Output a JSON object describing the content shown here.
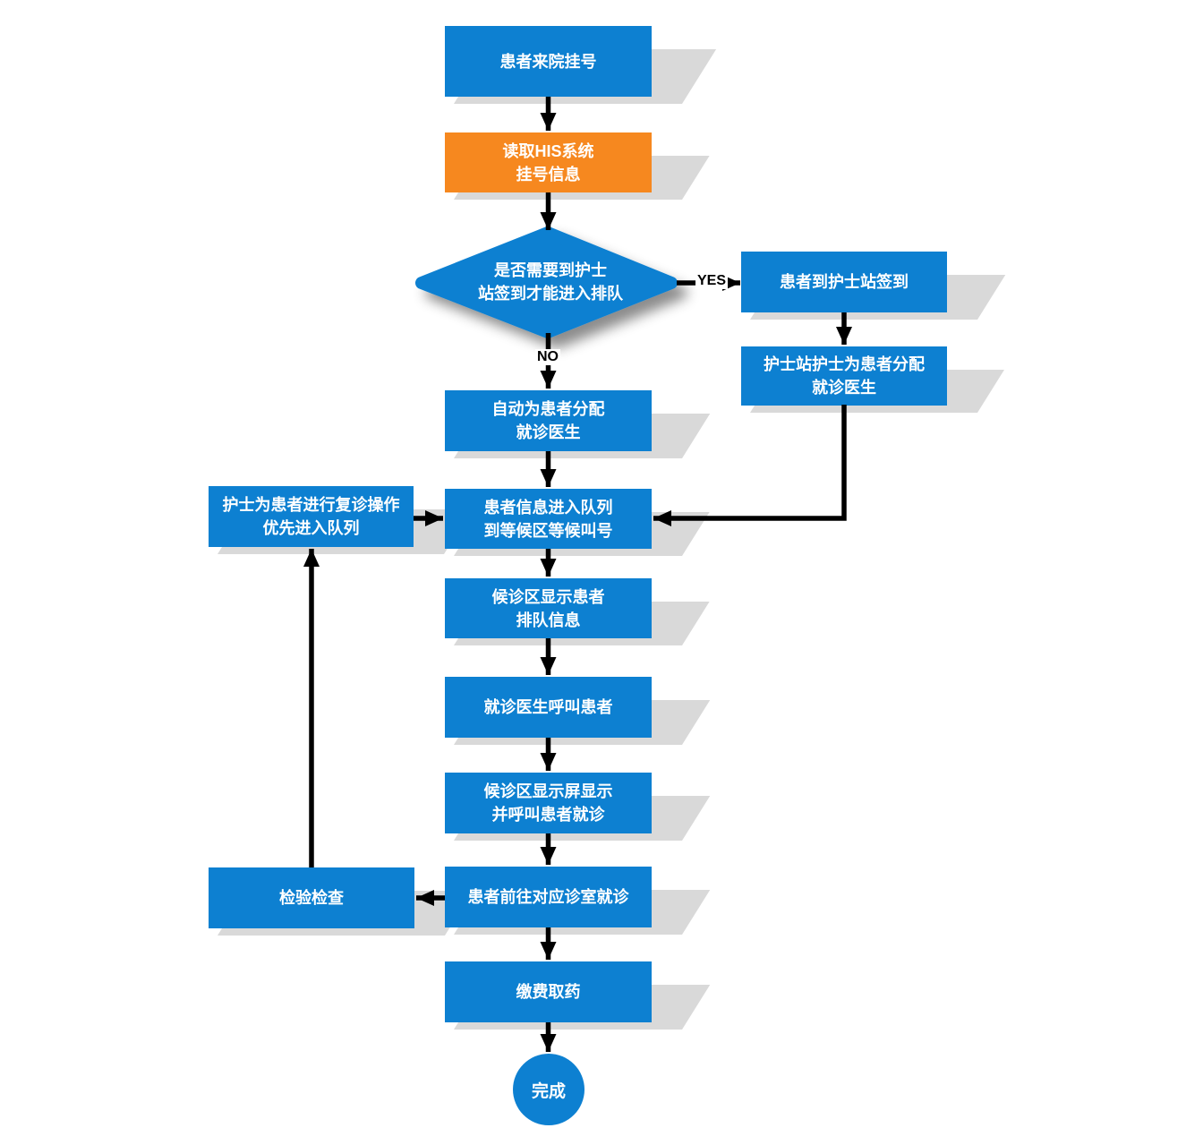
{
  "flowchart": {
    "nodes": {
      "register": {
        "label": "患者来院挂号",
        "type": "process"
      },
      "read_his": {
        "label": "读取HIS系统\n挂号信息",
        "type": "process-highlight"
      },
      "need_nurse_signin": {
        "label": "是否需要到护士\n站签到才能进入排队",
        "type": "decision"
      },
      "signin_nurse_station": {
        "label": "患者到护士站签到",
        "type": "process"
      },
      "nurse_assign_doctor": {
        "label": "护士站护士为患者分配\n就诊医生",
        "type": "process"
      },
      "auto_assign_doctor": {
        "label": "自动为患者分配\n就诊医生",
        "type": "process"
      },
      "revisit_priority": {
        "label": "护士为患者进行复诊操作\n优先进入队列",
        "type": "process"
      },
      "enter_queue": {
        "label": "患者信息进入队列\n到等候区等候叫号",
        "type": "process"
      },
      "display_queue_info": {
        "label": "候诊区显示患者\n排队信息",
        "type": "process"
      },
      "doctor_call": {
        "label": "就诊医生呼叫患者",
        "type": "process"
      },
      "screen_display_call": {
        "label": "候诊区显示屏显示\n并呼叫患者就诊",
        "type": "process"
      },
      "lab_exam": {
        "label": "检验检查",
        "type": "process"
      },
      "goto_room": {
        "label": "患者前往对应诊室就诊",
        "type": "process"
      },
      "pay_medicine": {
        "label": "缴费取药",
        "type": "process"
      },
      "done": {
        "label": "完成",
        "type": "terminator"
      }
    },
    "edge_labels": {
      "yes": "YES",
      "no": "NO"
    },
    "colors": {
      "process_blue": "#0d80d1",
      "highlight_orange": "#f6881f",
      "shadow_gray": "#d9d9d9",
      "connector_black": "#000000",
      "node_text_white": "#ffffff"
    }
  }
}
